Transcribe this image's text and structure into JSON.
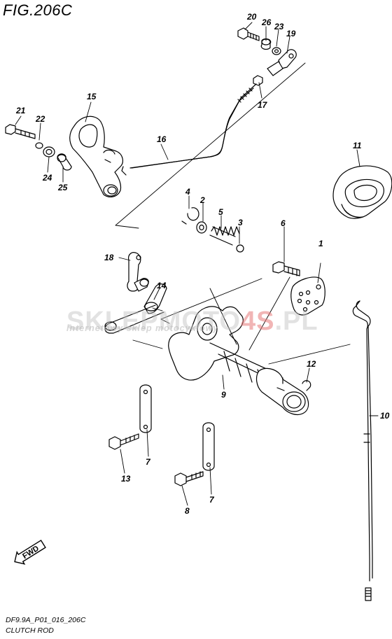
{
  "figure": {
    "title": "FIG.206C",
    "code": "DF9.9A_P01_016_206C",
    "caption": "CLUTCH ROD"
  },
  "watermark": {
    "brand_main": "SKLEPMOTO",
    "brand_accent": "4S",
    "brand_tail": ".PL",
    "tagline": "internetowy sklep motocyklowy"
  },
  "fwd_label": "FWD",
  "callouts": [
    {
      "id": "c20",
      "label": "20"
    },
    {
      "id": "c26",
      "label": "26"
    },
    {
      "id": "c23",
      "label": "23"
    },
    {
      "id": "c19",
      "label": "19"
    },
    {
      "id": "c17",
      "label": "17"
    },
    {
      "id": "c15",
      "label": "15"
    },
    {
      "id": "c21",
      "label": "21"
    },
    {
      "id": "c22",
      "label": "22"
    },
    {
      "id": "c24",
      "label": "24"
    },
    {
      "id": "c25",
      "label": "25"
    },
    {
      "id": "c16",
      "label": "16"
    },
    {
      "id": "c11",
      "label": "11"
    },
    {
      "id": "c4",
      "label": "4"
    },
    {
      "id": "c2",
      "label": "2"
    },
    {
      "id": "c5",
      "label": "5"
    },
    {
      "id": "c3",
      "label": "3"
    },
    {
      "id": "c6",
      "label": "6"
    },
    {
      "id": "c1",
      "label": "1"
    },
    {
      "id": "c18",
      "label": "18"
    },
    {
      "id": "c14",
      "label": "14"
    },
    {
      "id": "c12",
      "label": "12"
    },
    {
      "id": "c9",
      "label": "9"
    },
    {
      "id": "c10",
      "label": "10"
    },
    {
      "id": "c7a",
      "label": "7"
    },
    {
      "id": "c13",
      "label": "13"
    },
    {
      "id": "c7b",
      "label": "7"
    },
    {
      "id": "c8",
      "label": "8"
    }
  ]
}
